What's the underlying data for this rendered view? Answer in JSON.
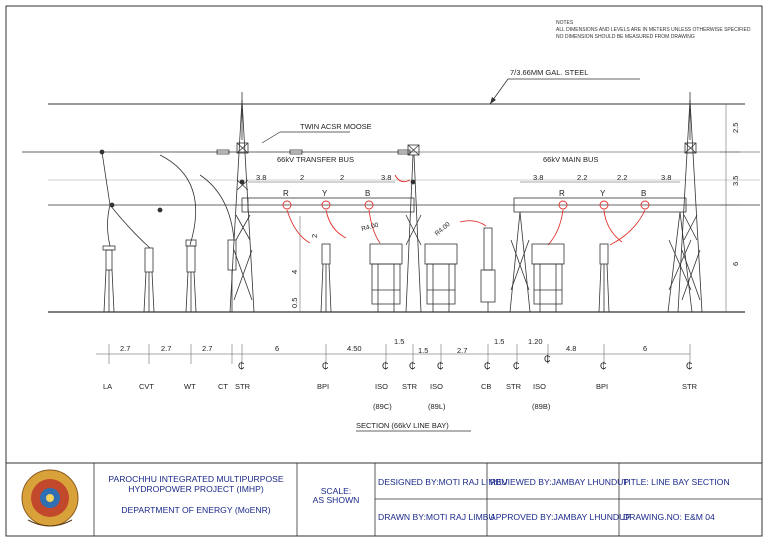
{
  "notes": {
    "heading": "NOTES",
    "line1": "ALL DIMENSIONS AND LEVELS ARE IN METERS UNLESS OTHERWISE SPECIFIED",
    "line2": "NO DIMENSION SHOULD BE MEASURED FROM DRAWING"
  },
  "drawing": {
    "earth_wire": "7/3.66MM GAL. STEEL",
    "conductor": "TWIN ACSR MOOSE",
    "transfer_bus": "66kV TRANSFER BUS",
    "main_bus": "66kV MAIN BUS",
    "section_title": "SECTION (66kV LINE BAY)",
    "phases": [
      "R",
      "Y",
      "B"
    ],
    "radius_labels": [
      "R4.00",
      "R4.00"
    ],
    "transfer_bus_spacing": [
      "3.8",
      "2",
      "2",
      "3.8"
    ],
    "main_bus_spacing": [
      "3.8",
      "2.2",
      "2.2",
      "3.8"
    ],
    "vertical_dims": {
      "earth_wire_height": "2.5",
      "bus_height": "3.5",
      "lower_height": "6",
      "bpi_rise": "2",
      "equip_height": "4",
      "plinth": "0.5"
    },
    "horizontal_dims": [
      "2.7",
      "2.7",
      "2.7",
      "6",
      "4.50",
      "1.5",
      "1.5",
      "2.7",
      "1.5",
      "1.20",
      "4.8",
      "6"
    ],
    "equipment": [
      "LA",
      "CVT",
      "WT",
      "CT",
      "STR",
      "BPI",
      "ISO",
      "STR",
      "ISO",
      "CB",
      "STR",
      "ISO",
      "BPI",
      "STR"
    ],
    "equipment_sub": [
      "(89C)",
      "(89L)",
      "(89B)"
    ],
    "centerline_symbol": "₵"
  },
  "title_block": {
    "project_line1": "PAROCHHU INTEGRATED MULTIPURPOSE",
    "project_line2": "HYDROPOWER PROJECT (IMHP)",
    "department": "DEPARTMENT OF ENERGY (MoENR)",
    "scale_label": "SCALE:",
    "scale_value": "AS SHOWN",
    "designed_by": "DESIGNED BY:MOTI RAJ LIMBU",
    "drawn_by": "DRAWN BY:MOTI RAJ LIMBU",
    "reviewed_by": "REVIEWED BY:JAMBAY LHUNDUP",
    "approved_by": "APPROVED BY:JAMBAY LHUNDUP",
    "title": "TITLE: LINE BAY SECTION",
    "drawing_no": "DRAWING.NO: E&M 04"
  },
  "colors": {
    "line": "#333333",
    "red": "#e0322c",
    "blue_text": "#1b2a8a",
    "dim": "#555555"
  }
}
